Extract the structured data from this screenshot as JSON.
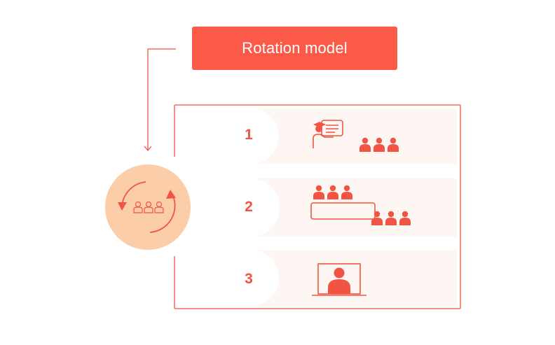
{
  "title": "Rotation model",
  "steps": [
    {
      "number": "1",
      "icon": "teacher-presentation-icon"
    },
    {
      "number": "2",
      "icon": "group-rotation-icon"
    },
    {
      "number": "3",
      "icon": "online-learning-icon"
    }
  ],
  "hub_icon": "rotating-group-icon",
  "colors": {
    "accent": "#fb5a48",
    "line": "#f25443",
    "panel": "#fdf6f2",
    "hub": "#fbcda9"
  }
}
